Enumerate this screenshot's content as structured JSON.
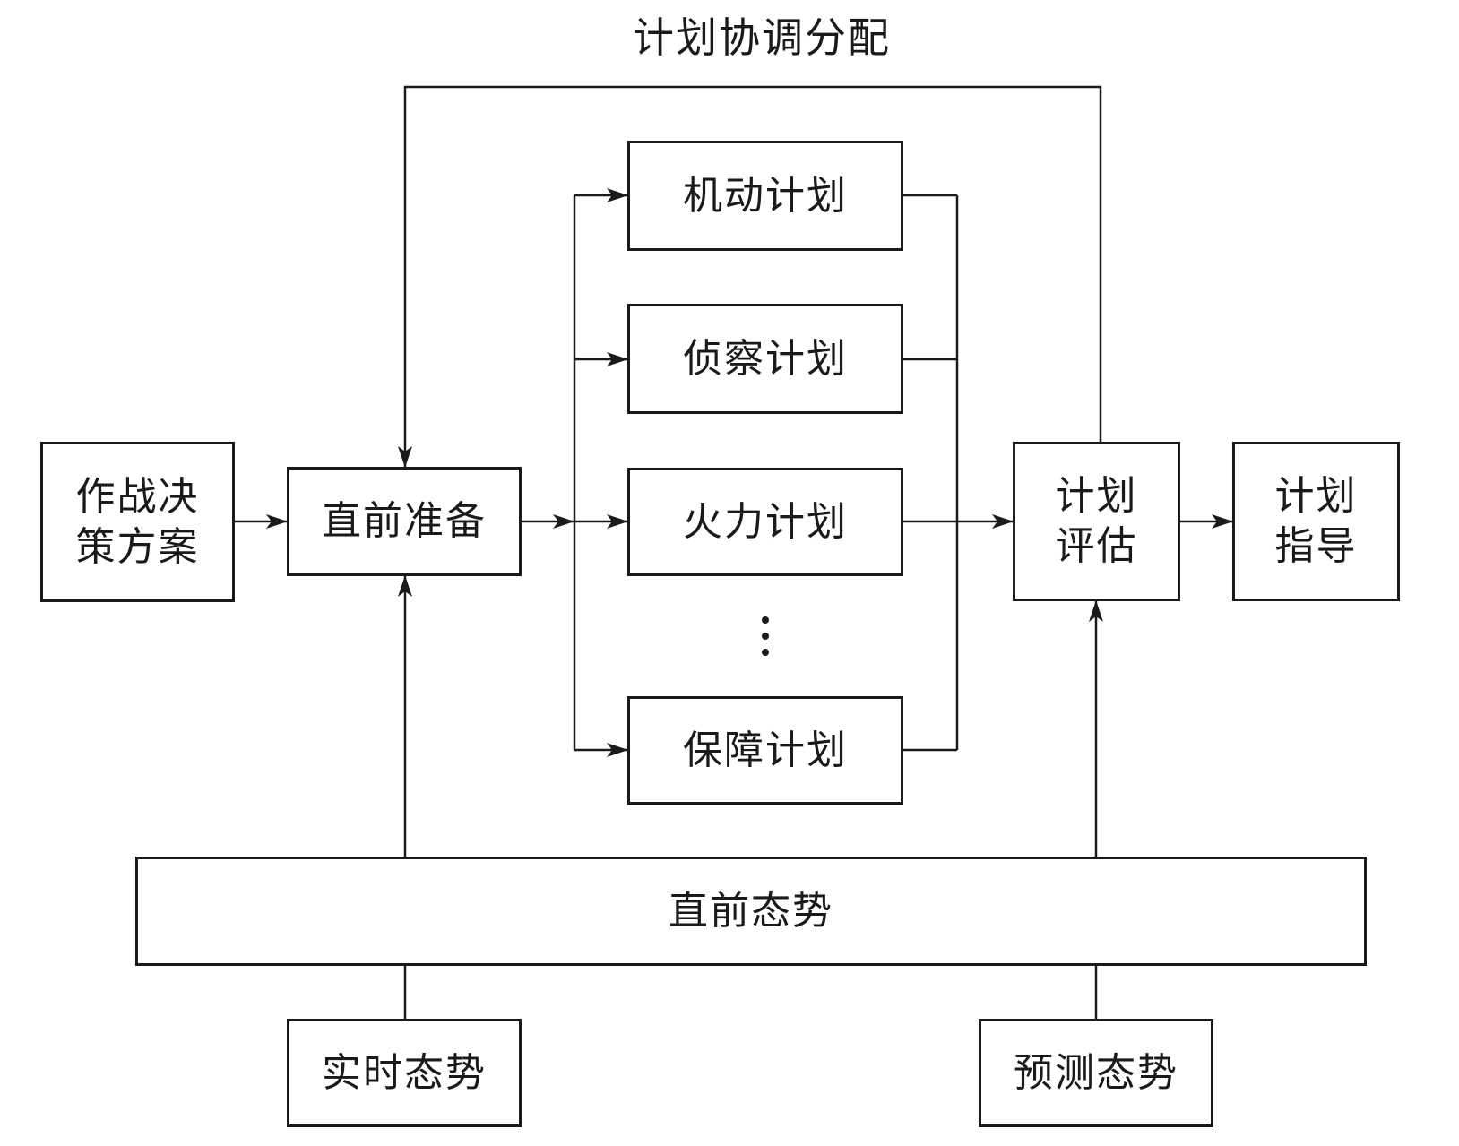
{
  "diagram": {
    "title": "计划协调分配",
    "nodes": {
      "decision_plan": "作战决\n策方案",
      "pre_preparation": "直前准备",
      "maneuver_plan": "机动计划",
      "recon_plan": "侦察计划",
      "fire_plan": "火力计划",
      "ellipsis": "⋮",
      "support_plan": "保障计划",
      "plan_evaluation": "计划\n评估",
      "plan_guidance": "计划\n指导",
      "pre_situation": "直前态势",
      "realtime_situation": "实时态势",
      "predicted_situation": "预测态势"
    },
    "edges": [
      {
        "from": "作战决策方案",
        "to": "直前准备"
      },
      {
        "from": "直前准备",
        "to": "机动计划"
      },
      {
        "from": "直前准备",
        "to": "侦察计划"
      },
      {
        "from": "直前准备",
        "to": "火力计划"
      },
      {
        "from": "直前准备",
        "to": "保障计划"
      },
      {
        "from": "机动计划",
        "to": "计划评估"
      },
      {
        "from": "侦察计划",
        "to": "计划评估"
      },
      {
        "from": "火力计划",
        "to": "计划评估"
      },
      {
        "from": "保障计划",
        "to": "计划评估"
      },
      {
        "from": "计划评估",
        "to": "计划指导"
      },
      {
        "from": "计划评估",
        "to": "直前准备",
        "label": "计划协调分配"
      },
      {
        "from": "直前态势",
        "to": "直前准备"
      },
      {
        "from": "直前态势",
        "to": "计划评估"
      },
      {
        "from": "实时态势",
        "to": "直前态势"
      },
      {
        "from": "预测态势",
        "to": "直前态势"
      }
    ]
  }
}
